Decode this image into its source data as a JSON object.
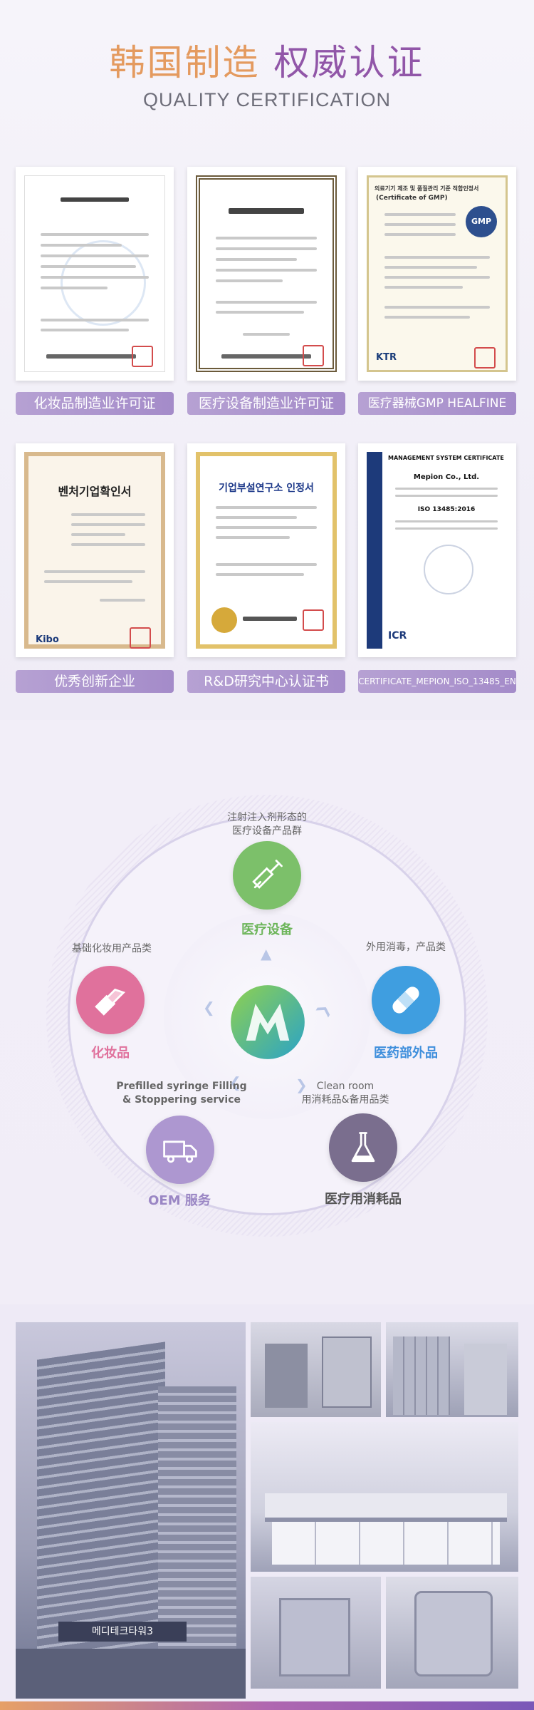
{
  "header": {
    "title_part1": "韩国制造",
    "title_part2": "权威认证",
    "subtitle": "QUALITY CERTIFICATION"
  },
  "certificates": [
    {
      "label": "化妆品制造业许可证"
    },
    {
      "label": "医疗设备制造业许可证"
    },
    {
      "label": "医疗器械GMP HEALFINE"
    },
    {
      "label": "优秀创新企业"
    },
    {
      "label": "R&D研究中心认证书"
    },
    {
      "label": "CERTIFICATE_MEPION_ISO_13485_EN"
    }
  ],
  "certificate_texts": {
    "gmp_title": "의료기기 제조 및 품질관리 기준 적합인정서",
    "gmp_subtitle": "(Certificate of GMP)",
    "venture_title": "벤처기업확인서",
    "rnd_title": "기업부설연구소 인정서",
    "iso_header": "MANAGEMENT SYSTEM CERTIFICATE",
    "iso_company": "Mepion Co., Ltd.",
    "iso_standard": "ISO 13485:2016",
    "kibo": "Kibo",
    "ktr": "KTR",
    "icr": "ICR"
  },
  "diagram": {
    "nodes": [
      {
        "label": "医疗设备",
        "desc": "注射注入剂形态的\n医疗设备产品群",
        "color": "#7cc06a",
        "icon": "syringe-icon"
      },
      {
        "label": "医药部外品",
        "desc": "外用消毒，产品类",
        "color": "#3f9ee0",
        "icon": "bandage-icon"
      },
      {
        "label": "医疗用消耗品",
        "desc": "Clean room\n用消耗品&备用品类",
        "color": "#7a6e8e",
        "icon": "flask-icon"
      },
      {
        "label": "OEM 服务",
        "desc": "Prefilled syringe Filling\n& Stoppering service",
        "color": "#ad97d0",
        "icon": "truck-icon"
      },
      {
        "label": "化妆品",
        "desc": "基础化妆用产品类",
        "color": "#e0719c",
        "icon": "lipstick-icon"
      }
    ],
    "label_colors": [
      "#6db55a",
      "#3f8fdc",
      "#555555",
      "#9a86c4",
      "#e0719c"
    ],
    "logo": "mepion-logo"
  },
  "photos": {
    "building_sign": "메디테크타워3"
  },
  "colors": {
    "accent_orange": "#e49a5f",
    "accent_purple": "#9156a8",
    "label_bg": "#a48bc9"
  }
}
